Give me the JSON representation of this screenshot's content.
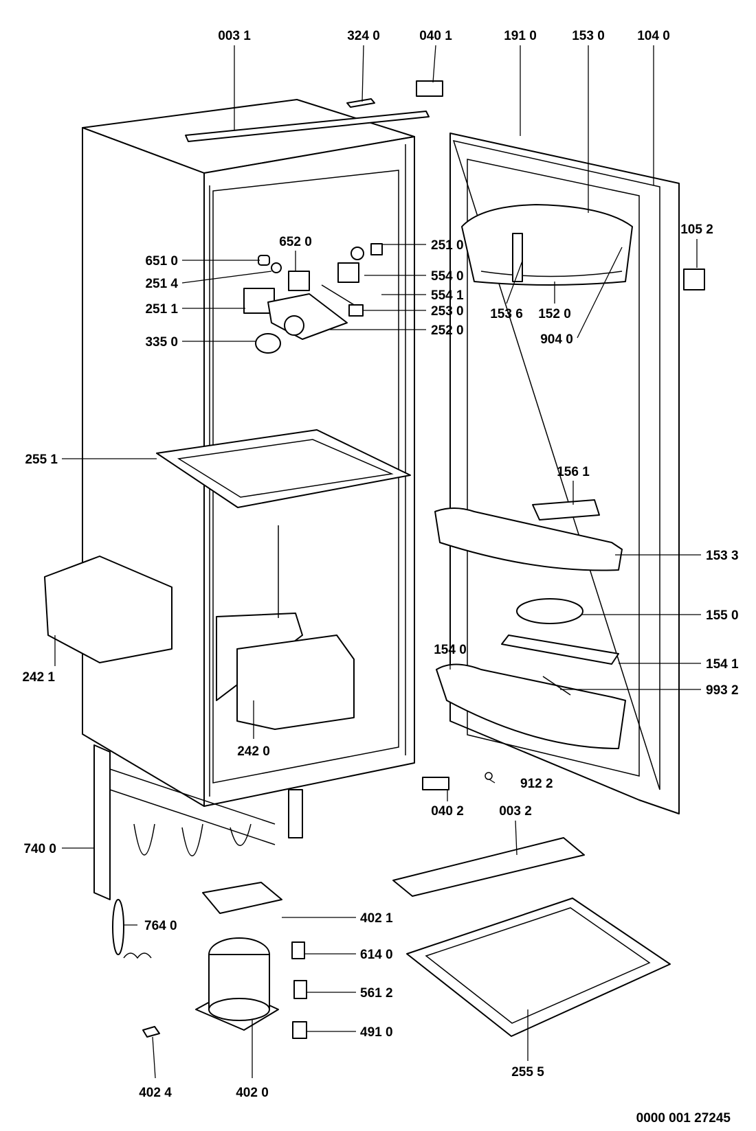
{
  "diagram": {
    "labels": [
      "003 1",
      "324 0",
      "040 1",
      "191 0",
      "153 0",
      "104 0",
      "651 0",
      "251 4",
      "251 1",
      "335 0",
      "652 0",
      "251 0",
      "554 0",
      "554 1",
      "253 0",
      "252 0",
      "105 2",
      "153 6",
      "152 0",
      "904 0",
      "255 1",
      "156 1",
      "153 3",
      "155 0",
      "154 0",
      "154 1",
      "993 2",
      "242 1",
      "242 0",
      "912 2",
      "040 2",
      "003 2",
      "740 0",
      "764 0",
      "402 1",
      "614 0",
      "561 2",
      "491 0",
      "402 4",
      "402 0",
      "255 5"
    ],
    "drawing_number": "0000 001 27245",
    "line_color": "#000000",
    "background": "#ffffff"
  }
}
